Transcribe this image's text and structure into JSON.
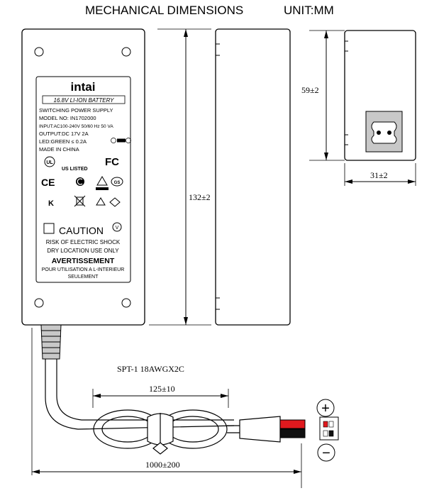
{
  "header": {
    "title": "MECHANICAL DIMENSIONS",
    "unit": "UNIT:MM"
  },
  "dimensions": {
    "height": "132±2",
    "depth": "59±2",
    "width": "31±2",
    "loop_length": "125±10",
    "cable_length": "1000±200"
  },
  "cable": {
    "spec": "SPT-1 18AWGX2C"
  },
  "polarity": {
    "positive": "+",
    "negative": "−"
  },
  "label": {
    "brand": "intai",
    "battery": "16.8V LI-ION BATTERY",
    "lines": [
      "SWITCHING POWER SUPPLY",
      "MODEL NO: IN1702000",
      "INPUT:AC100-240V 50/60 Hz 50 VA",
      "OUTPUT:DC 17V 2A",
      "LED:GREEN ≤ 0.2A",
      "MADE IN CHINA"
    ],
    "listed": "US LISTED",
    "ce": "CE",
    "fcc": "FC",
    "caution": "CAUTION",
    "caution_sub": "RISK OF ELECTRIC SHOCK",
    "dry": "DRY LOCATION USE ONLY",
    "avert": "AVERTISSEMENT",
    "avert_sub1": "POUR UTILISATION A L-INTERIEUR",
    "avert_sub2": "SEULEMENT"
  },
  "colors": {
    "line": "#000000",
    "gray_fill": "#c8c8c8",
    "wire_red": "#e0191e",
    "wire_black": "#111111"
  }
}
